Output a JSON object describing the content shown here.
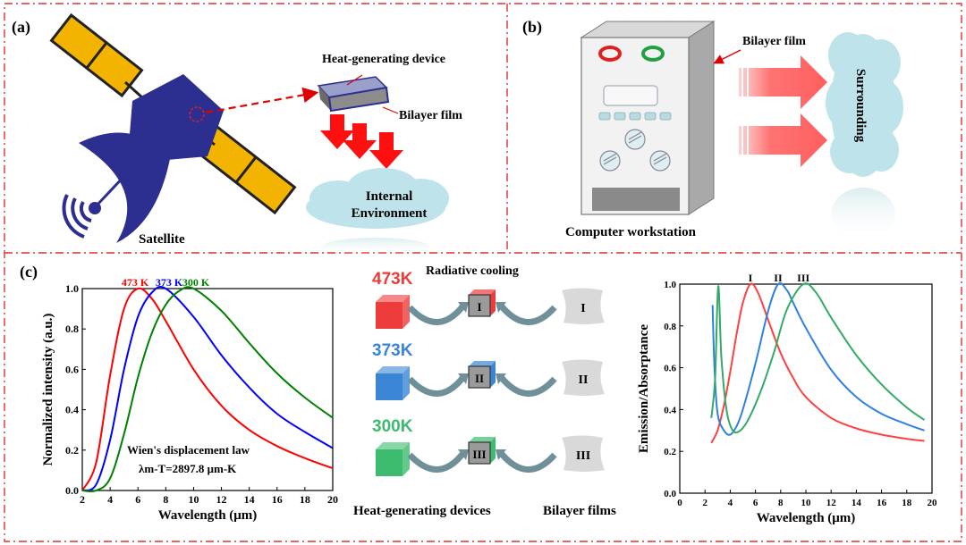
{
  "panels": {
    "a": {
      "label": "(a)",
      "heat_device": "Heat-generating device",
      "bilayer": "Bilayer film",
      "internal_line1": "Internal",
      "internal_line2": "Environment",
      "satellite": "Satellite"
    },
    "b": {
      "label": "(b)",
      "bilayer": "Bilayer film",
      "surrounding": "Surrounding",
      "workstation": "Computer workstation"
    },
    "c": {
      "label": "(c)",
      "middle": {
        "title": "Radiative cooling",
        "rows": [
          {
            "temp": "473K",
            "film": "I",
            "color": "#ee3b3b"
          },
          {
            "temp": "373K",
            "film": "II",
            "color": "#3a86d4"
          },
          {
            "temp": "300K",
            "film": "III",
            "color": "#3dbb6e"
          }
        ],
        "devices_label": "Heat-generating devices",
        "films_label": "Bilayer films"
      }
    }
  },
  "chart_data": [
    {
      "type": "line",
      "xlabel": "Wavelength (μm)",
      "ylabel": "Normalized intensity (a.u.)",
      "xlim": [
        2,
        20
      ],
      "ylim": [
        0,
        1.0
      ],
      "xticks": [
        2,
        4,
        6,
        8,
        10,
        12,
        14,
        16,
        18,
        20
      ],
      "yticks": [
        0.0,
        0.2,
        0.4,
        0.6,
        0.8,
        1.0
      ],
      "annotation_line1": "Wien's displacement law",
      "annotation_line2": "λm-T=2897.8 μm-K",
      "series": [
        {
          "name": "473 K",
          "color": "#ff0000",
          "peak": 6.13,
          "points": [
            [
              2,
              0.0
            ],
            [
              3,
              0.14
            ],
            [
              4,
              0.57
            ],
            [
              5,
              0.9
            ],
            [
              6,
              1.0
            ],
            [
              7,
              0.95
            ],
            [
              8,
              0.84
            ],
            [
              10,
              0.6
            ],
            [
              12,
              0.42
            ],
            [
              14,
              0.3
            ],
            [
              16,
              0.22
            ],
            [
              18,
              0.16
            ],
            [
              20,
              0.11
            ]
          ]
        },
        {
          "name": "373 K",
          "color": "#0000ff",
          "peak": 7.77,
          "points": [
            [
              2,
              0.0
            ],
            [
              3,
              0.03
            ],
            [
              4,
              0.25
            ],
            [
              5,
              0.6
            ],
            [
              6,
              0.86
            ],
            [
              7,
              0.98
            ],
            [
              8,
              1.0
            ],
            [
              10,
              0.86
            ],
            [
              12,
              0.67
            ],
            [
              14,
              0.51
            ],
            [
              16,
              0.38
            ],
            [
              18,
              0.29
            ],
            [
              20,
              0.21
            ]
          ]
        },
        {
          "name": "300 K",
          "color": "#008000",
          "peak": 9.66,
          "points": [
            [
              2,
              0.0
            ],
            [
              3,
              0.0
            ],
            [
              4,
              0.06
            ],
            [
              5,
              0.28
            ],
            [
              6,
              0.56
            ],
            [
              7,
              0.78
            ],
            [
              8,
              0.92
            ],
            [
              9,
              0.99
            ],
            [
              10,
              1.0
            ],
            [
              12,
              0.89
            ],
            [
              14,
              0.73
            ],
            [
              16,
              0.58
            ],
            [
              18,
              0.46
            ],
            [
              20,
              0.36
            ]
          ]
        }
      ]
    },
    {
      "type": "line",
      "xlabel": "Wavelength (μm)",
      "ylabel": "Emission/Absorptance",
      "xlim": [
        0,
        20
      ],
      "ylim": [
        0,
        1.0
      ],
      "xticks": [
        0,
        2,
        4,
        6,
        8,
        10,
        12,
        14,
        16,
        18,
        20
      ],
      "yticks": [
        0.0,
        0.2,
        0.4,
        0.6,
        0.8,
        1.0
      ],
      "series": [
        {
          "name": "I",
          "color": "#ff4040",
          "points": [
            [
              2.5,
              0.24
            ],
            [
              3,
              0.3
            ],
            [
              3.5,
              0.42
            ],
            [
              4,
              0.58
            ],
            [
              4.5,
              0.76
            ],
            [
              5,
              0.91
            ],
            [
              5.6,
              1.0
            ],
            [
              6.2,
              0.96
            ],
            [
              7,
              0.83
            ],
            [
              8,
              0.67
            ],
            [
              9,
              0.55
            ],
            [
              10,
              0.46
            ],
            [
              12,
              0.36
            ],
            [
              14,
              0.31
            ],
            [
              16,
              0.28
            ],
            [
              18,
              0.26
            ],
            [
              19.4,
              0.25
            ]
          ]
        },
        {
          "name": "II",
          "color": "#2f80e0",
          "points": [
            [
              2.6,
              0.9
            ],
            [
              2.75,
              0.6
            ],
            [
              3,
              0.38
            ],
            [
              3.5,
              0.3
            ],
            [
              4,
              0.28
            ],
            [
              4.5,
              0.32
            ],
            [
              5,
              0.4
            ],
            [
              6,
              0.62
            ],
            [
              7,
              0.87
            ],
            [
              7.8,
              1.0
            ],
            [
              8.5,
              0.97
            ],
            [
              9,
              0.91
            ],
            [
              10,
              0.79
            ],
            [
              12,
              0.59
            ],
            [
              14,
              0.46
            ],
            [
              16,
              0.38
            ],
            [
              18,
              0.33
            ],
            [
              19.4,
              0.3
            ]
          ]
        },
        {
          "name": "III",
          "color": "#33aa66",
          "points": [
            [
              2.5,
              0.36
            ],
            [
              2.8,
              0.55
            ],
            [
              3.05,
              0.99
            ],
            [
              3.3,
              0.65
            ],
            [
              3.7,
              0.4
            ],
            [
              4.2,
              0.3
            ],
            [
              4.8,
              0.3
            ],
            [
              5.5,
              0.36
            ],
            [
              6.5,
              0.5
            ],
            [
              7.5,
              0.68
            ],
            [
              8.5,
              0.88
            ],
            [
              9.8,
              1.0
            ],
            [
              10.8,
              0.96
            ],
            [
              12,
              0.84
            ],
            [
              14,
              0.66
            ],
            [
              16,
              0.52
            ],
            [
              18,
              0.41
            ],
            [
              19.4,
              0.35
            ]
          ]
        }
      ]
    }
  ]
}
